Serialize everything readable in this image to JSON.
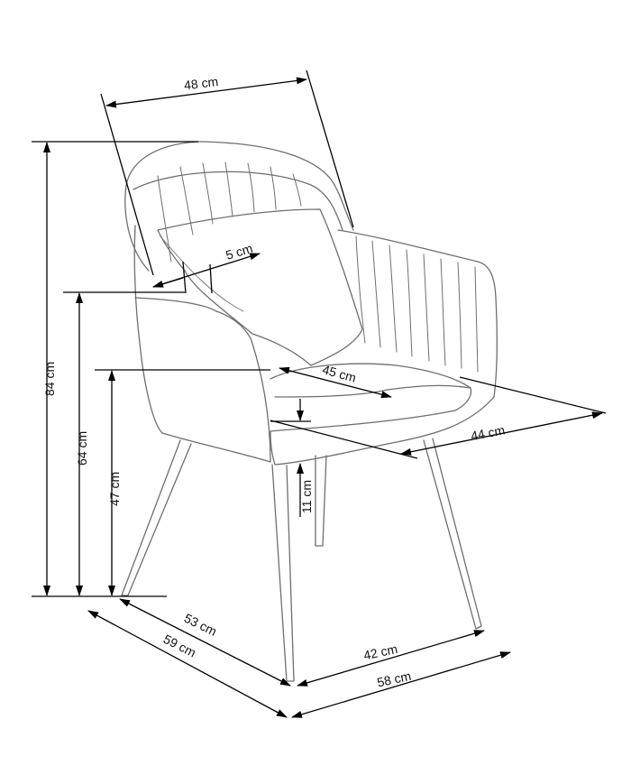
{
  "colors": {
    "background": "#ffffff",
    "outline": "#6e6e6e",
    "dimension_line": "#000000"
  },
  "dimensions": {
    "backrest_width": "48 cm",
    "backrest_thickness": "5 cm",
    "total_height": "84 cm",
    "armrest_height": "64 cm",
    "seat_height": "47 cm",
    "seat_depth": "45 cm",
    "seat_width": "44 cm",
    "seat_thickness": "11 cm",
    "legs_depth": "53 cm",
    "total_depth": "59 cm",
    "legs_width": "42 cm",
    "total_width": "58 cm"
  }
}
